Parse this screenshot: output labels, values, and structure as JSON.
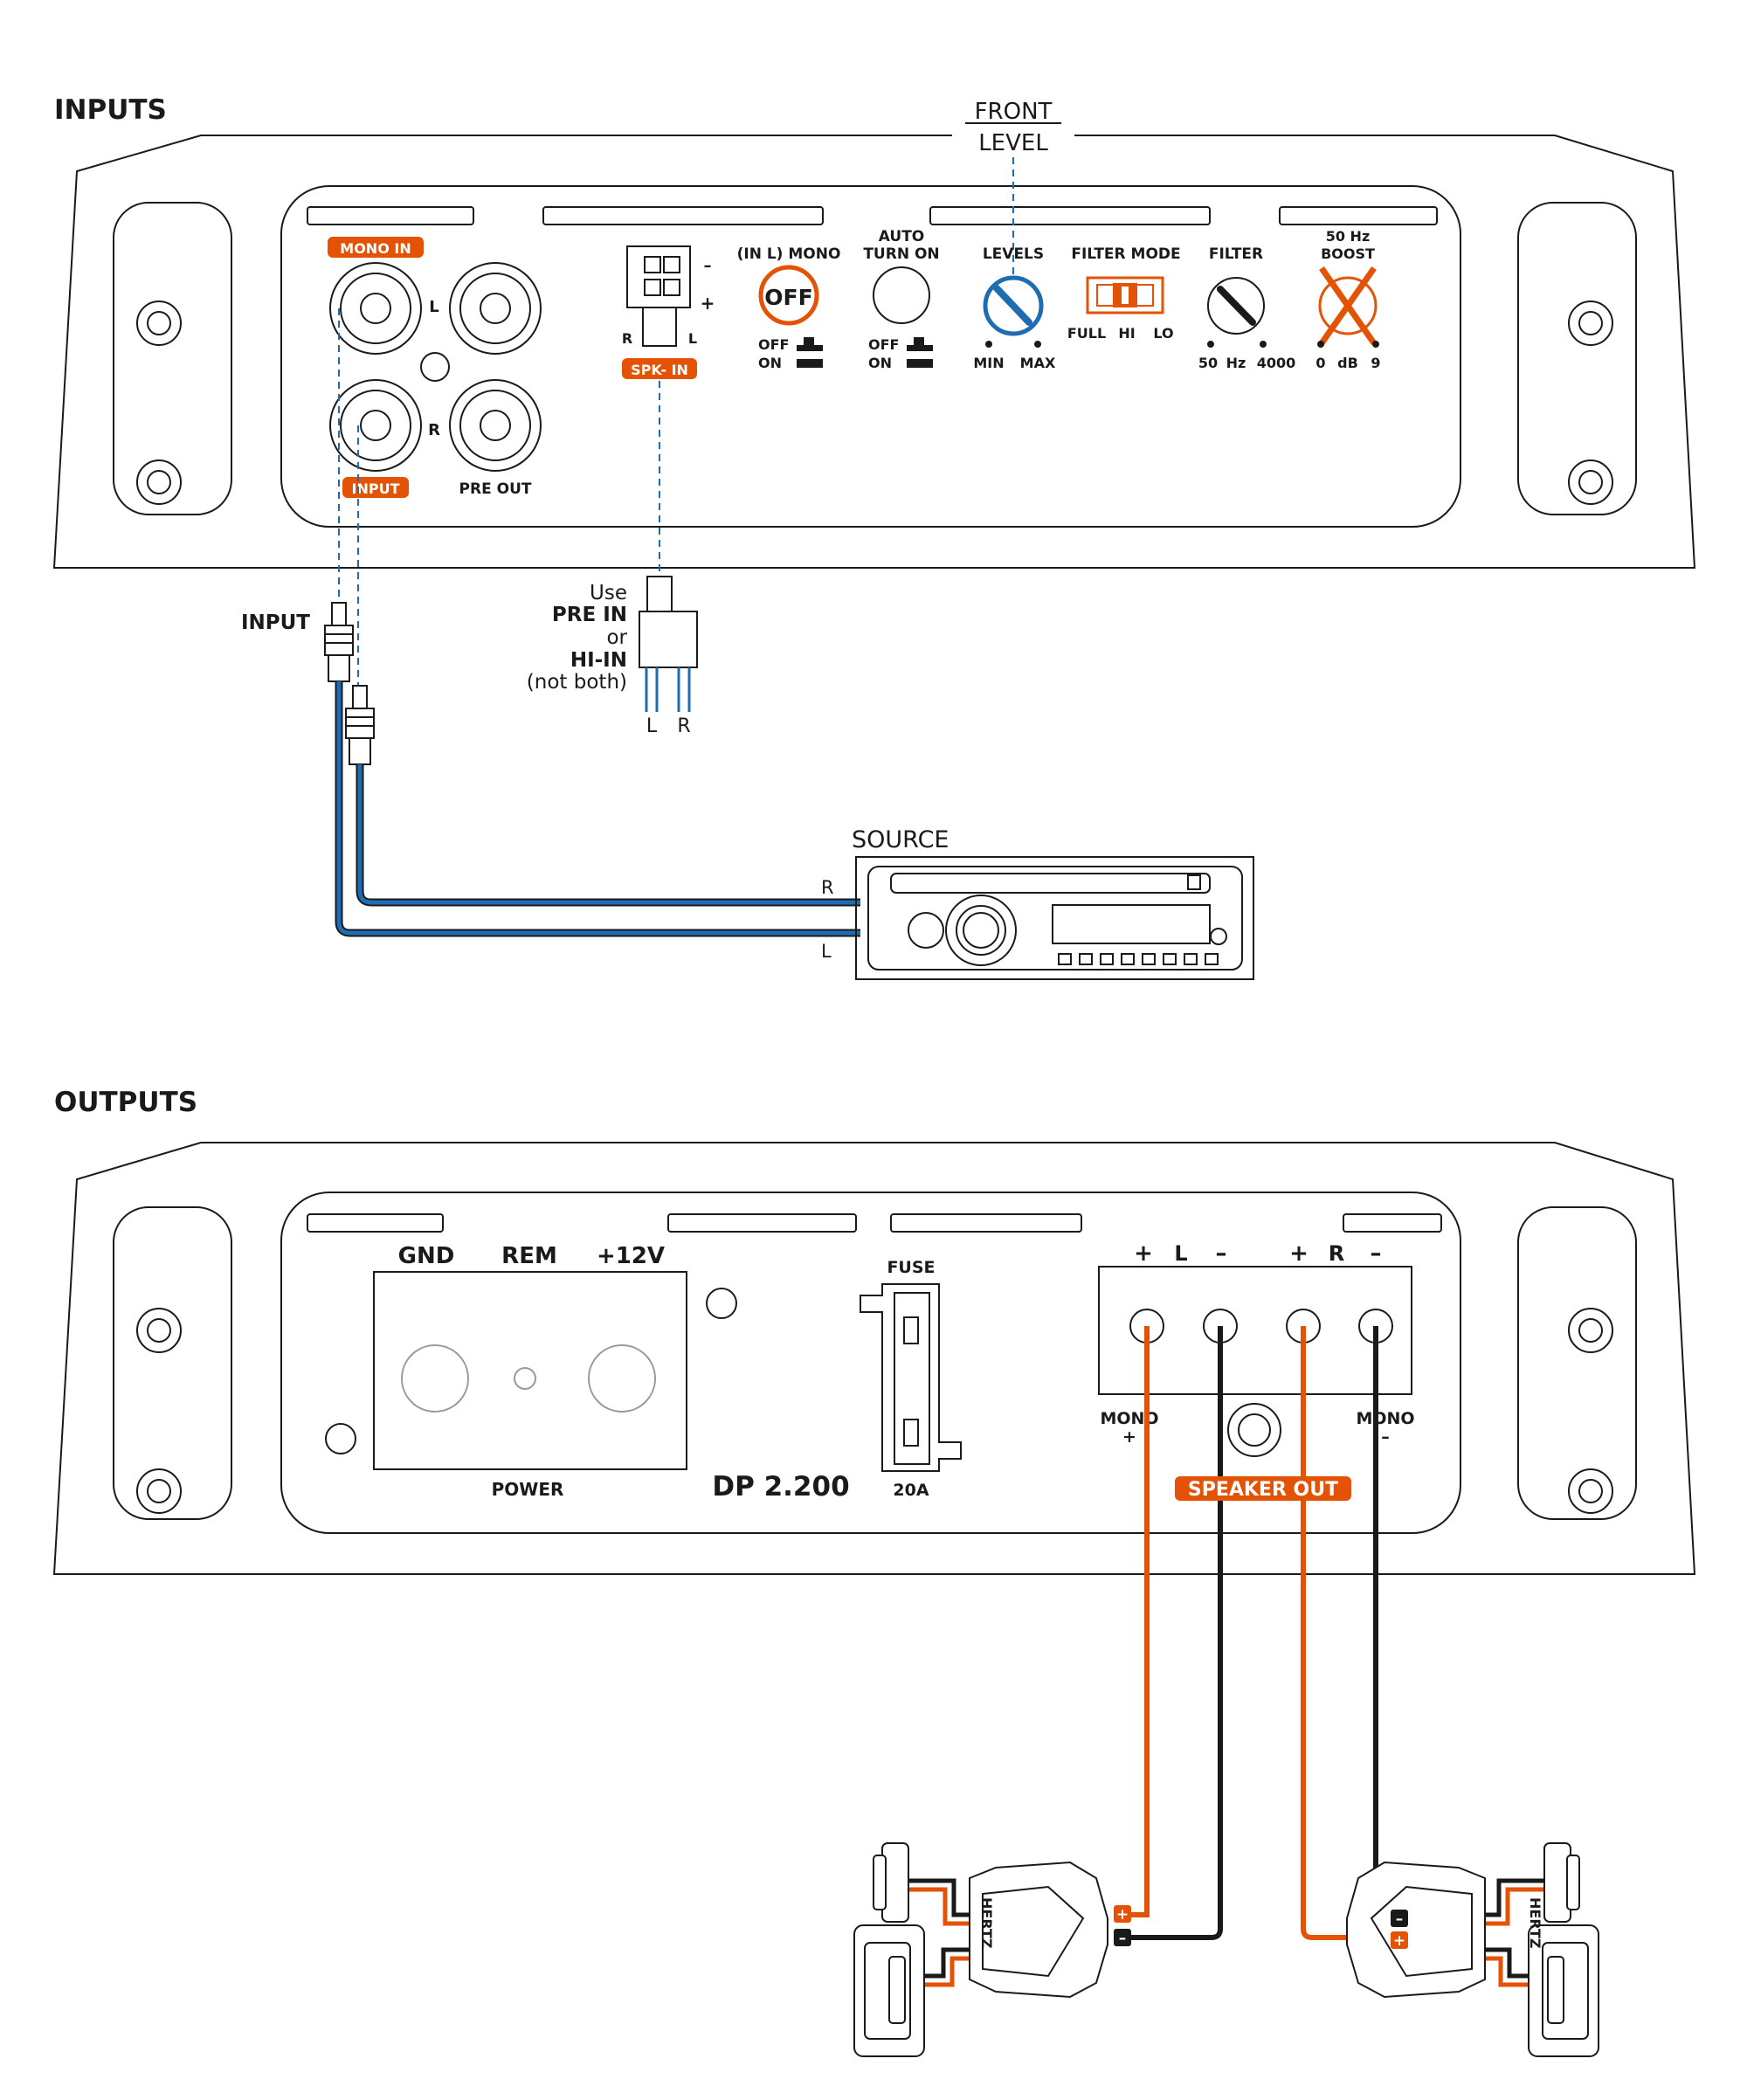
{
  "colors": {
    "line": "#1a1a1a",
    "accent": "#e35205",
    "blue": "#1e6db3",
    "grey": "#9a9a9a"
  },
  "sections": {
    "inputs": "INPUTS",
    "outputs": "OUTPUTS"
  },
  "inputs_panel": {
    "front_level": [
      "FRONT",
      "LEVEL"
    ],
    "mono_in_badge": "MONO IN",
    "input_badge": "INPUT",
    "jack_l": "L",
    "jack_r": "R",
    "pre_out": "PRE OUT",
    "spk_in_badge": "SPK- IN",
    "spk_minus": "–",
    "spk_plus": "+",
    "spk_r": "R",
    "spk_l": "L",
    "mono_switch_title": "(IN L) MONO",
    "mono_switch_state": "OFF",
    "mono_off": "OFF",
    "mono_on": "ON",
    "auto_turn_on": [
      "AUTO",
      "TURN ON"
    ],
    "auto_off": "OFF",
    "auto_on": "ON",
    "levels_title": "LEVELS",
    "levels_min": "MIN",
    "levels_max": "MAX",
    "filter_mode_title": "FILTER MODE",
    "filter_full": "FULL",
    "filter_hi": "HI",
    "filter_lo": "LO",
    "filter_title": "FILTER",
    "filter_50": "50",
    "filter_hz": "Hz",
    "filter_4000": "4000",
    "boost_title": [
      "50 Hz",
      "BOOST"
    ],
    "boost_0": "0",
    "boost_db": "dB",
    "boost_9": "9"
  },
  "input_wiring": {
    "rca_label": "INPUT",
    "use_note": [
      "Use",
      "PRE IN",
      "or",
      "HI-IN",
      "(not both)"
    ],
    "plug_l": "L",
    "plug_r": "R",
    "source_title": "SOURCE",
    "source_r": "R",
    "source_l": "L"
  },
  "outputs_panel": {
    "gnd": "GND",
    "rem": "REM",
    "plus12v": "+12V",
    "power": "POWER",
    "model": "DP 2.200",
    "fuse": "FUSE",
    "fuse_rating": "20A",
    "term_plus_l": "+",
    "term_l": "L",
    "term_minus_l": "–",
    "term_plus_r": "+",
    "term_r": "R",
    "term_minus_r": "–",
    "mono_plus_label": "MONO",
    "mono_plus_sign": "+",
    "mono_minus_label": "MONO",
    "mono_minus_sign": "–",
    "speaker_out": "SPEAKER OUT"
  },
  "speakers": {
    "brand": "HERTZ",
    "plus": "+",
    "minus": "–"
  }
}
